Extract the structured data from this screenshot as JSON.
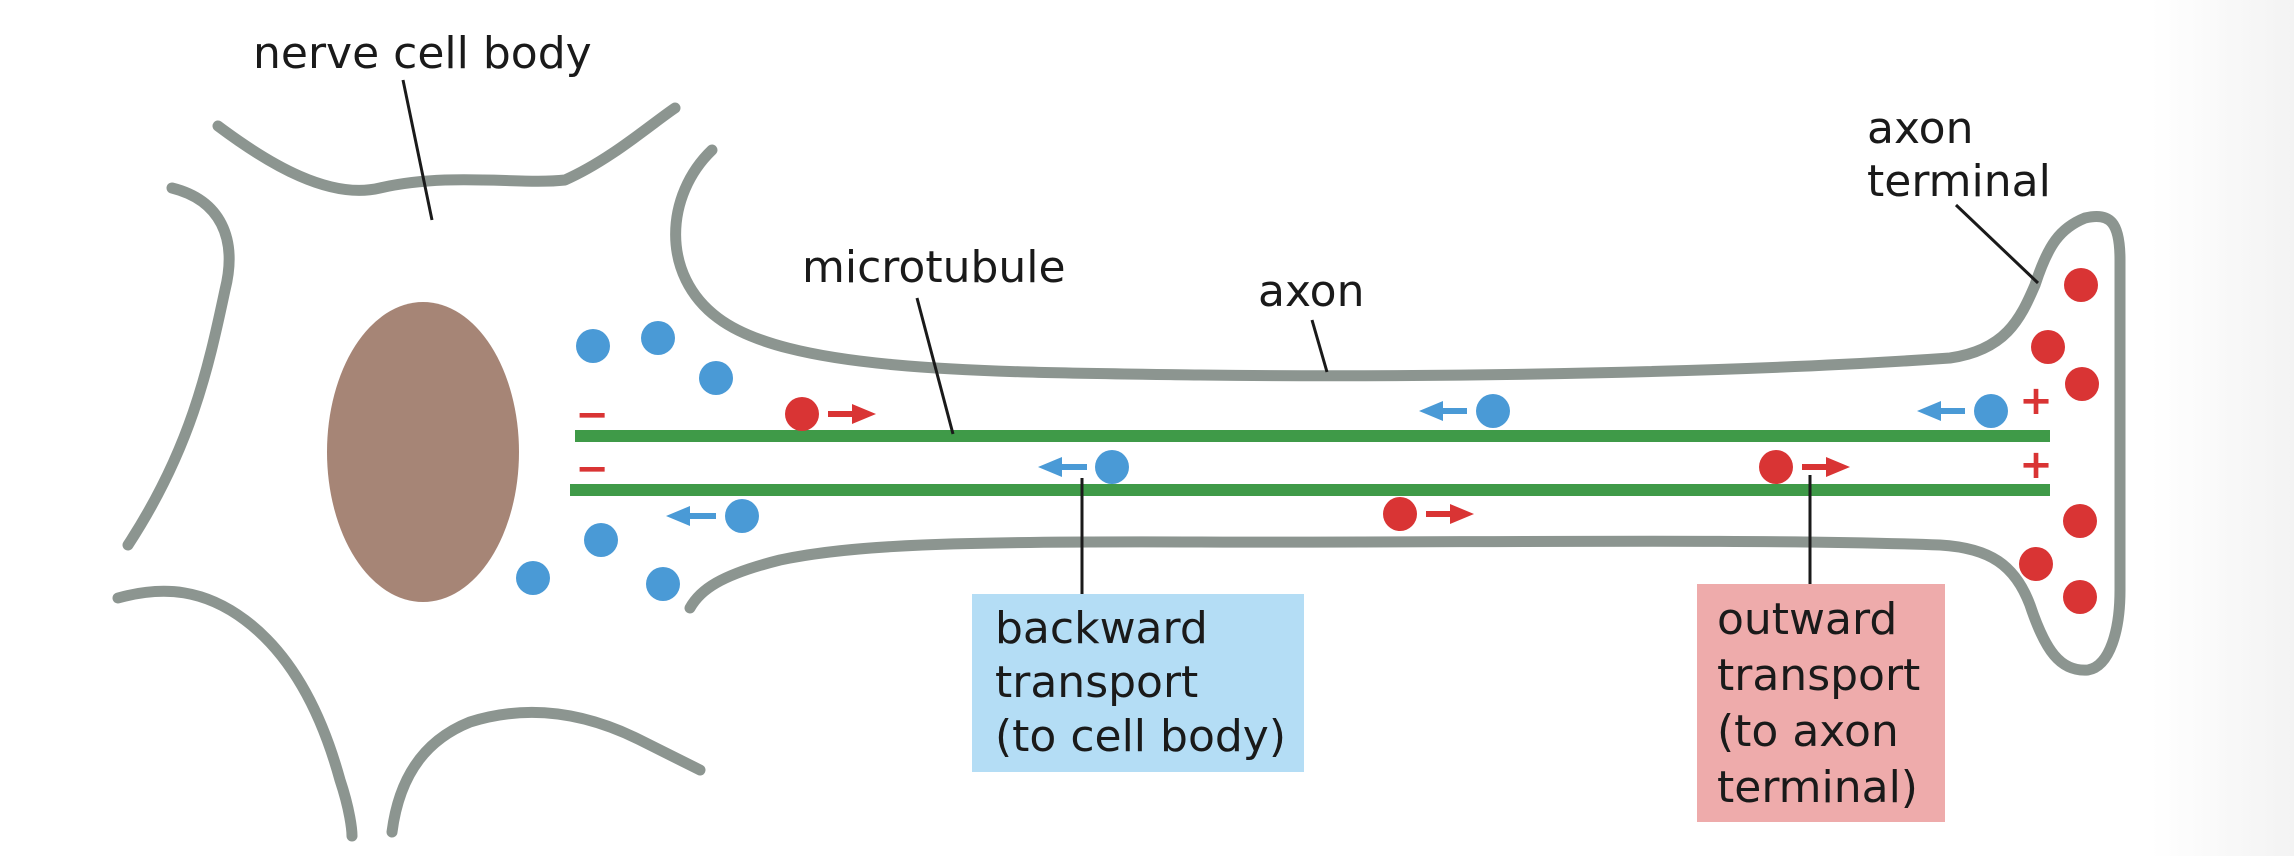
{
  "labels": {
    "cell_body": "nerve cell body",
    "axon_terminal_1": "axon",
    "axon_terminal_2": "terminal",
    "microtubule": "microtubule",
    "axon": "axon",
    "backward_1": "backward",
    "backward_2": "transport",
    "backward_3": "(to cell body)",
    "outward_1": "outward",
    "outward_2": "transport",
    "outward_3": "(to axon",
    "outward_4": "terminal)"
  },
  "polarity": {
    "minus_top": "−",
    "minus_bottom": "−",
    "plus_top": "+",
    "plus_bottom": "+"
  },
  "colors": {
    "membrane": "#8c9590",
    "microtubule": "#3f9a48",
    "nucleus": "#a68576",
    "backward_cargo": "#4a9ad6",
    "outward_cargo": "#d93434",
    "backward_box": "#b4ddf5",
    "outward_box": "#eeabab",
    "polarity_sign": "#d93434"
  }
}
